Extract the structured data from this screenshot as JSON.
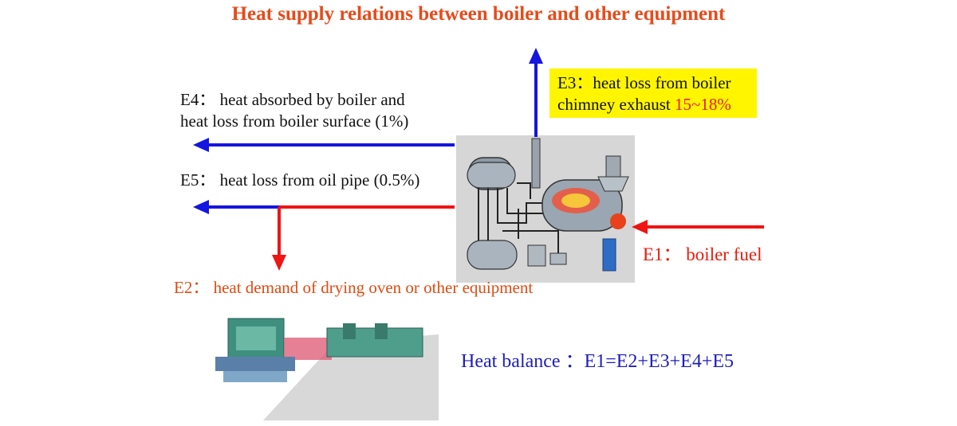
{
  "title": "Heat supply relations between boiler and other equipment",
  "e3": {
    "line1": "E3：heat loss from boiler",
    "line2": "chimney exhaust ",
    "percent": "15~18%"
  },
  "e4": {
    "line1": "E4： heat absorbed by boiler and",
    "line2": "heat loss from boiler surface (1%)"
  },
  "e5": {
    "label": "E5： heat loss from oil pipe (0.5%)"
  },
  "e1": {
    "label": "E1： boiler fuel"
  },
  "e2": {
    "label": "E2： heat demand of drying oven or other equipment"
  },
  "balance": {
    "label": "Heat balance ：E1=E2+E3+E4+E5"
  },
  "colors": {
    "blue_arrow": "#1515e0",
    "red_arrow": "#f01414",
    "highlight": "#fff500",
    "title": "#e84a1a"
  },
  "icons": [
    "boiler-plant-illustration",
    "drying-oven-machine-illustration"
  ]
}
